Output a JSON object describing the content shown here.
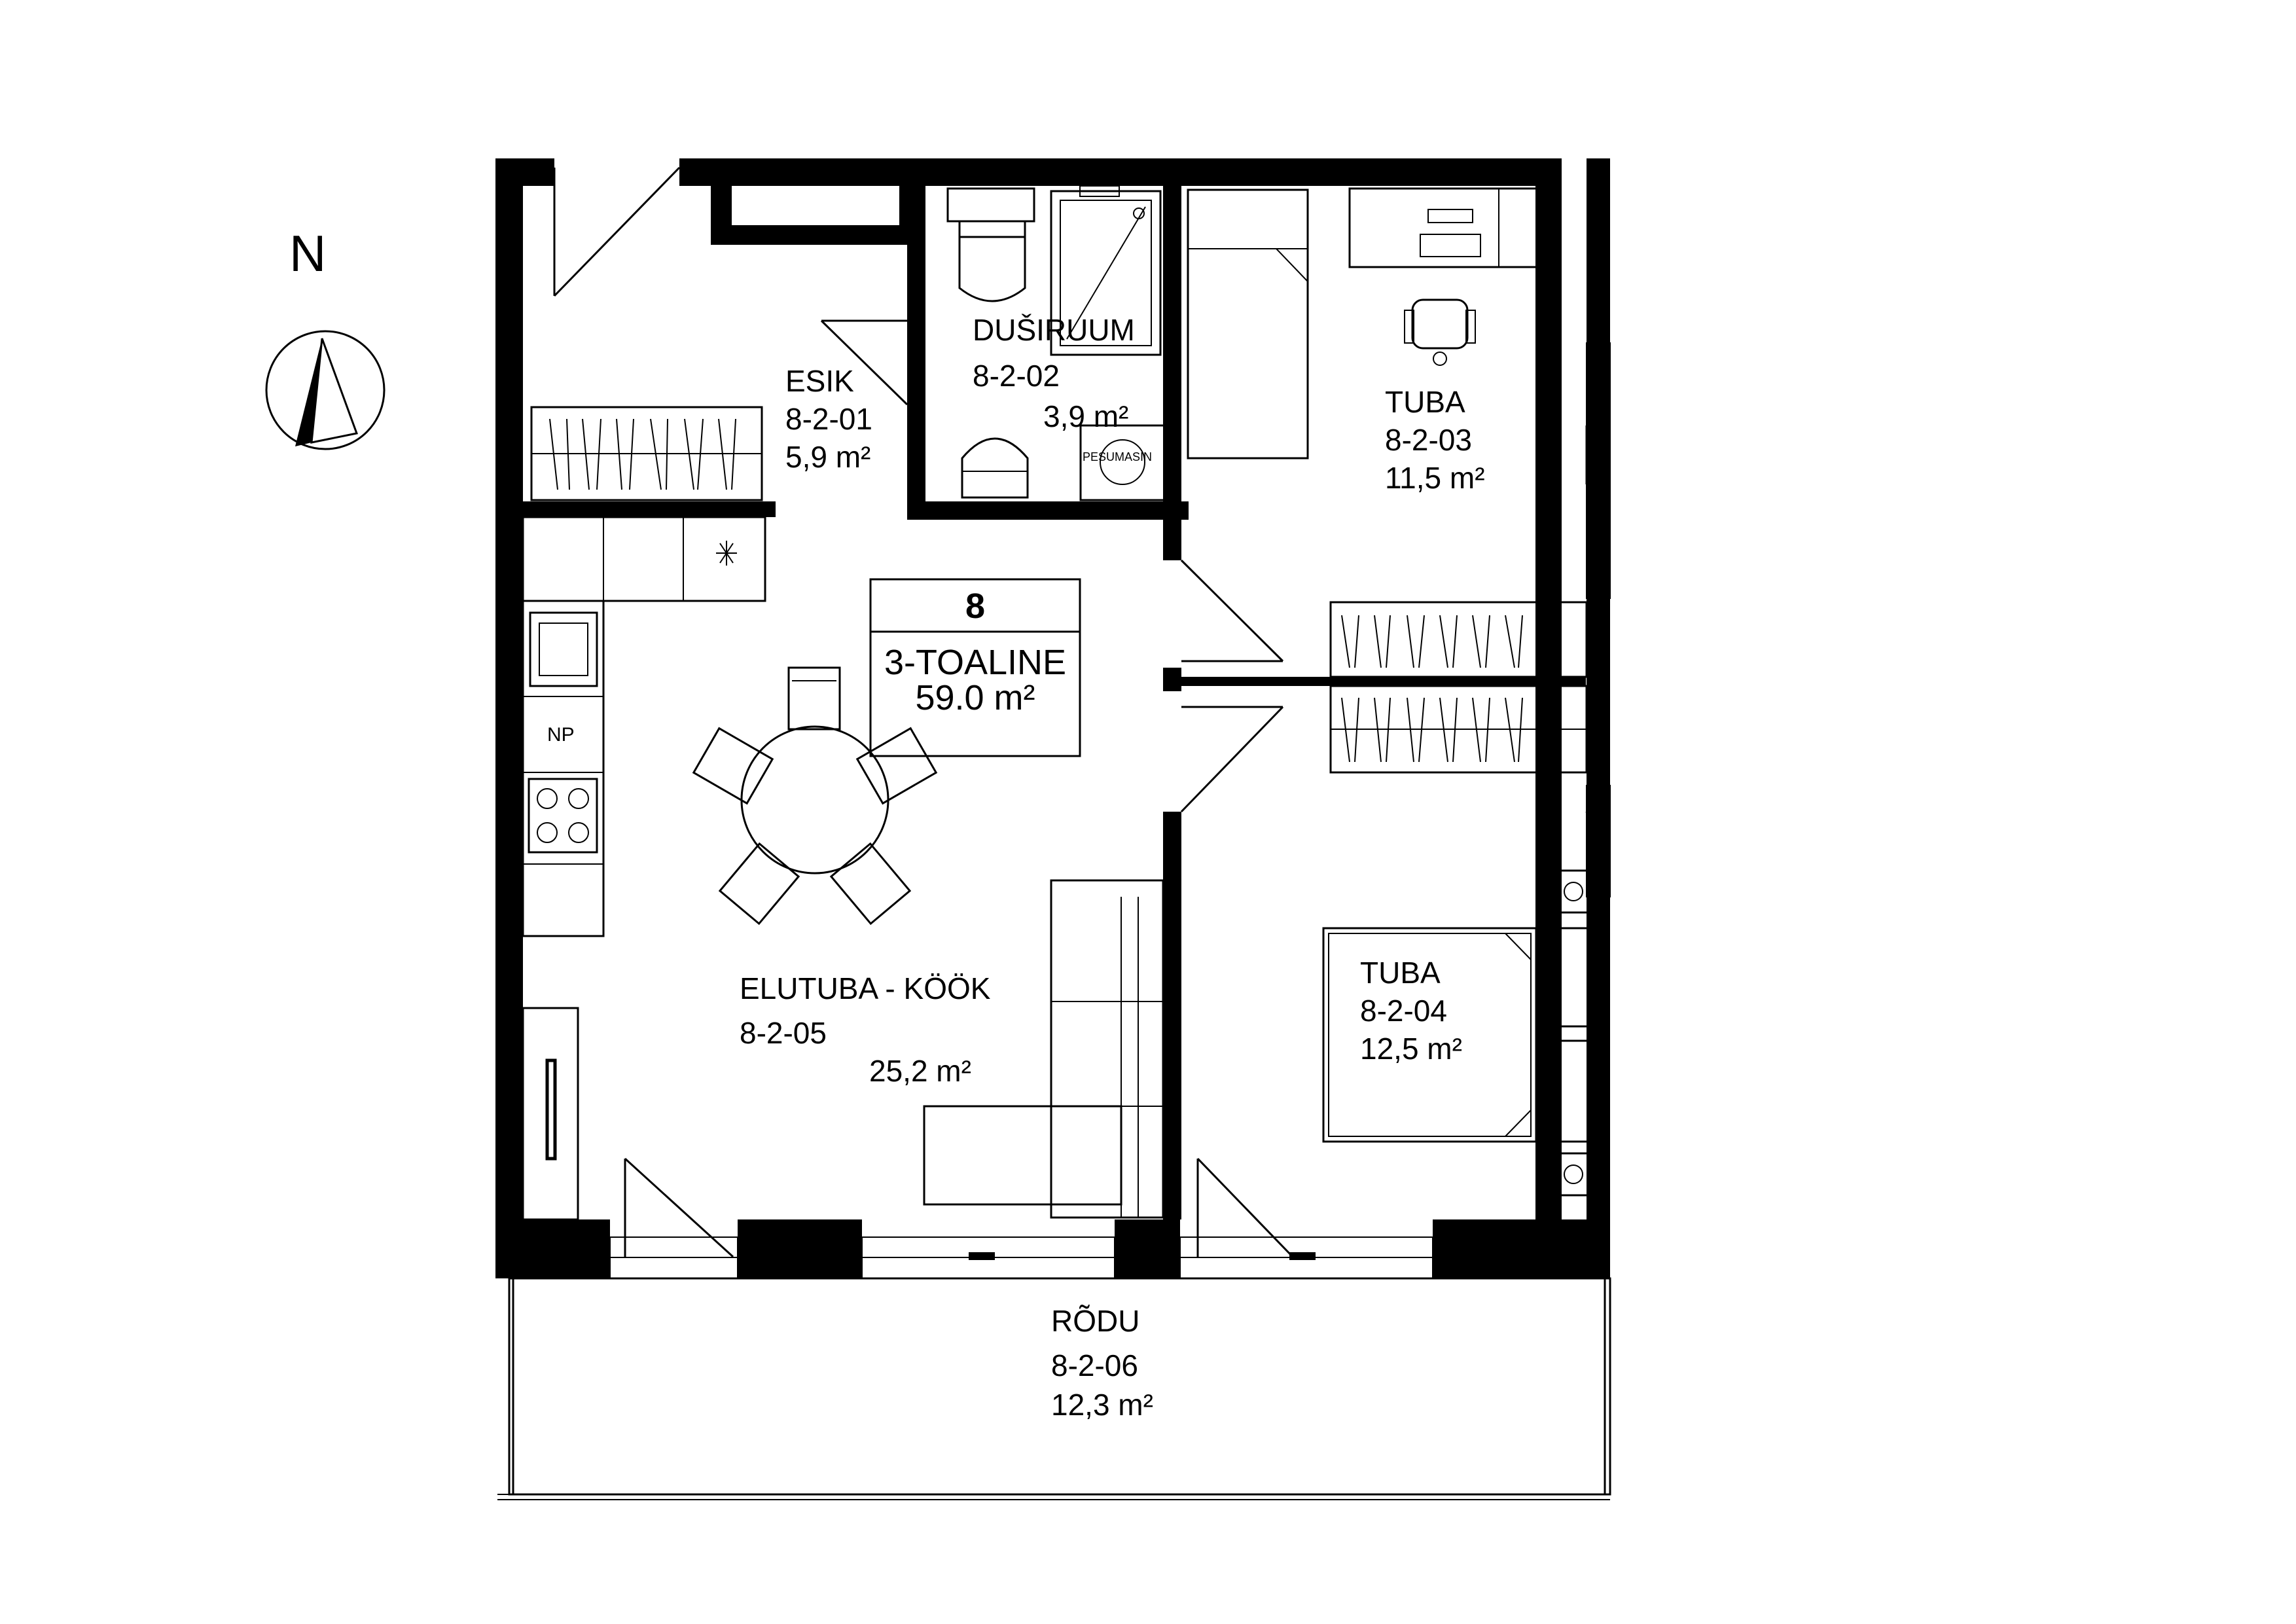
{
  "compass": {
    "letter": "N"
  },
  "apartment": {
    "number": "8",
    "type": "3-TOALINE",
    "area": "59.0 m²"
  },
  "rooms": [
    {
      "key": "esik",
      "name": "ESIK",
      "id": "8-2-01",
      "area": "5,9 m²"
    },
    {
      "key": "dusiruum",
      "name": "DUŠIRUUM",
      "id": "8-2-02",
      "area": "3,9 m²"
    },
    {
      "key": "tuba-03",
      "name": "TUBA",
      "id": "8-2-03",
      "area": "11,5 m²"
    },
    {
      "key": "tuba-04",
      "name": "TUBA",
      "id": "8-2-04",
      "area": "12,5 m²"
    },
    {
      "key": "elutuba-kook",
      "name": "ELUTUBA - KÖÖK",
      "id": "8-2-05",
      "area": "25,2 m²"
    },
    {
      "key": "rodu",
      "name": "RÕDU",
      "id": "8-2-06",
      "area": "12,3 m²"
    }
  ],
  "fixtures": {
    "fridge_label": "NP",
    "washer_label": "PESUMASIN"
  }
}
